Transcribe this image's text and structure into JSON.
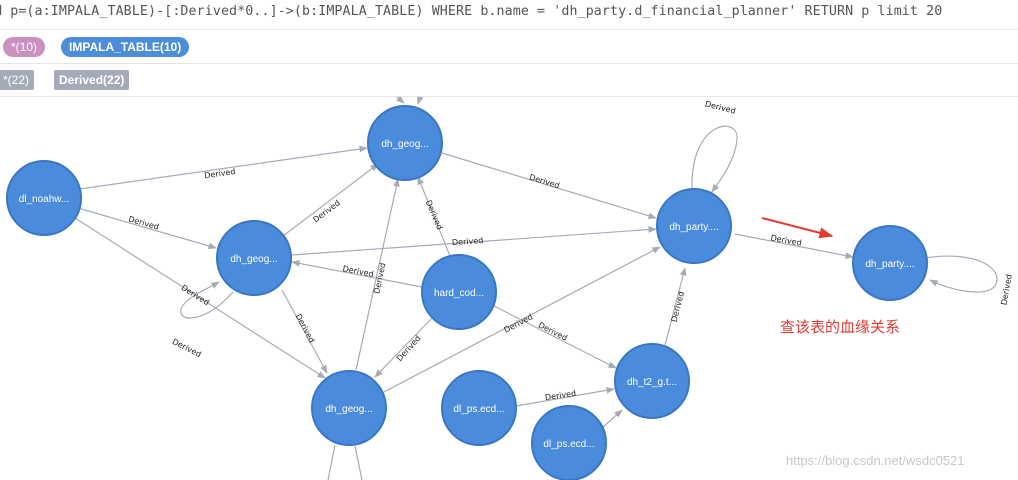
{
  "query": {
    "text": "H p=(a:IMPALA_TABLE)-[:Derived*0..]->(b:IMPALA_TABLE) WHERE b.name = 'dh_party.d_financial_planner' RETURN p limit 20"
  },
  "node_labels": {
    "all_label": "*(10)",
    "impala_label": "IMPALA_TABLE(10)",
    "colors": {
      "all": "#c990c0",
      "impala": "#4c8eda"
    }
  },
  "relationship_types": {
    "all_label": "*(22)",
    "derived_label": "Derived(22)",
    "color": "#a5abb6"
  },
  "graph": {
    "node_color": "#4a8bdb",
    "node_border": "#3a76c2",
    "edge_color": "#a5abb6",
    "edge_label": "Derived",
    "nodes": [
      {
        "id": "n_top",
        "label": "dh_geog..."
      },
      {
        "id": "n_left",
        "label": "dl_noahw..."
      },
      {
        "id": "n_midl",
        "label": "dh_geog..."
      },
      {
        "id": "n_hard",
        "label": "hard_cod..."
      },
      {
        "id": "n_bot",
        "label": "dh_geog..."
      },
      {
        "id": "n_party1",
        "label": "dh_party...."
      },
      {
        "id": "n_party2",
        "label": "dh_party...."
      },
      {
        "id": "n_t2",
        "label": "dh_t2_g.t..."
      },
      {
        "id": "n_ps1",
        "label": "dl_ps.ecd..."
      },
      {
        "id": "n_ps2",
        "label": "dl_ps.ecd..."
      }
    ]
  },
  "annotation": {
    "text": "查该表的血缘关系",
    "color": "#e33a32"
  },
  "watermark": {
    "text": "https://blog.csdn.net/wsdc0521"
  }
}
